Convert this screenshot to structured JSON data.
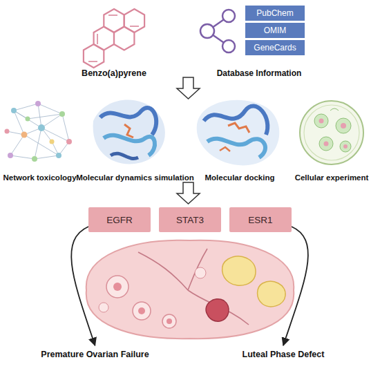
{
  "diagram": {
    "nodes": [
      {
        "text": [
          "PubChem"
        ]
      },
      {
        "text": [
          "OMIM"
        ]
      },
      {
        "text": [
          "GeneCards"
        ]
      },
      {
        "text": [
          "EGFR"
        ]
      },
      {
        "text": [
          "STAT3"
        ]
      },
      {
        "text": [
          "ESR1"
        ]
      },
      {
        "text": [
          "Premature Ovarian Failure"
        ]
      },
      {
        "text": [
          "Luteal Phase Defect"
        ]
      }
    ],
    "edges": [
      {
        "from": 3,
        "to": 6,
        "arrow": "to"
      },
      {
        "from": 5,
        "to": 7,
        "arrow": "to"
      }
    ],
    "labels": [
      "Benzo(a)pyrene",
      "Database Information",
      "Network toxicology",
      "Molecular dynamics simulation",
      "Molecular docking",
      "Cellular experiment"
    ]
  }
}
